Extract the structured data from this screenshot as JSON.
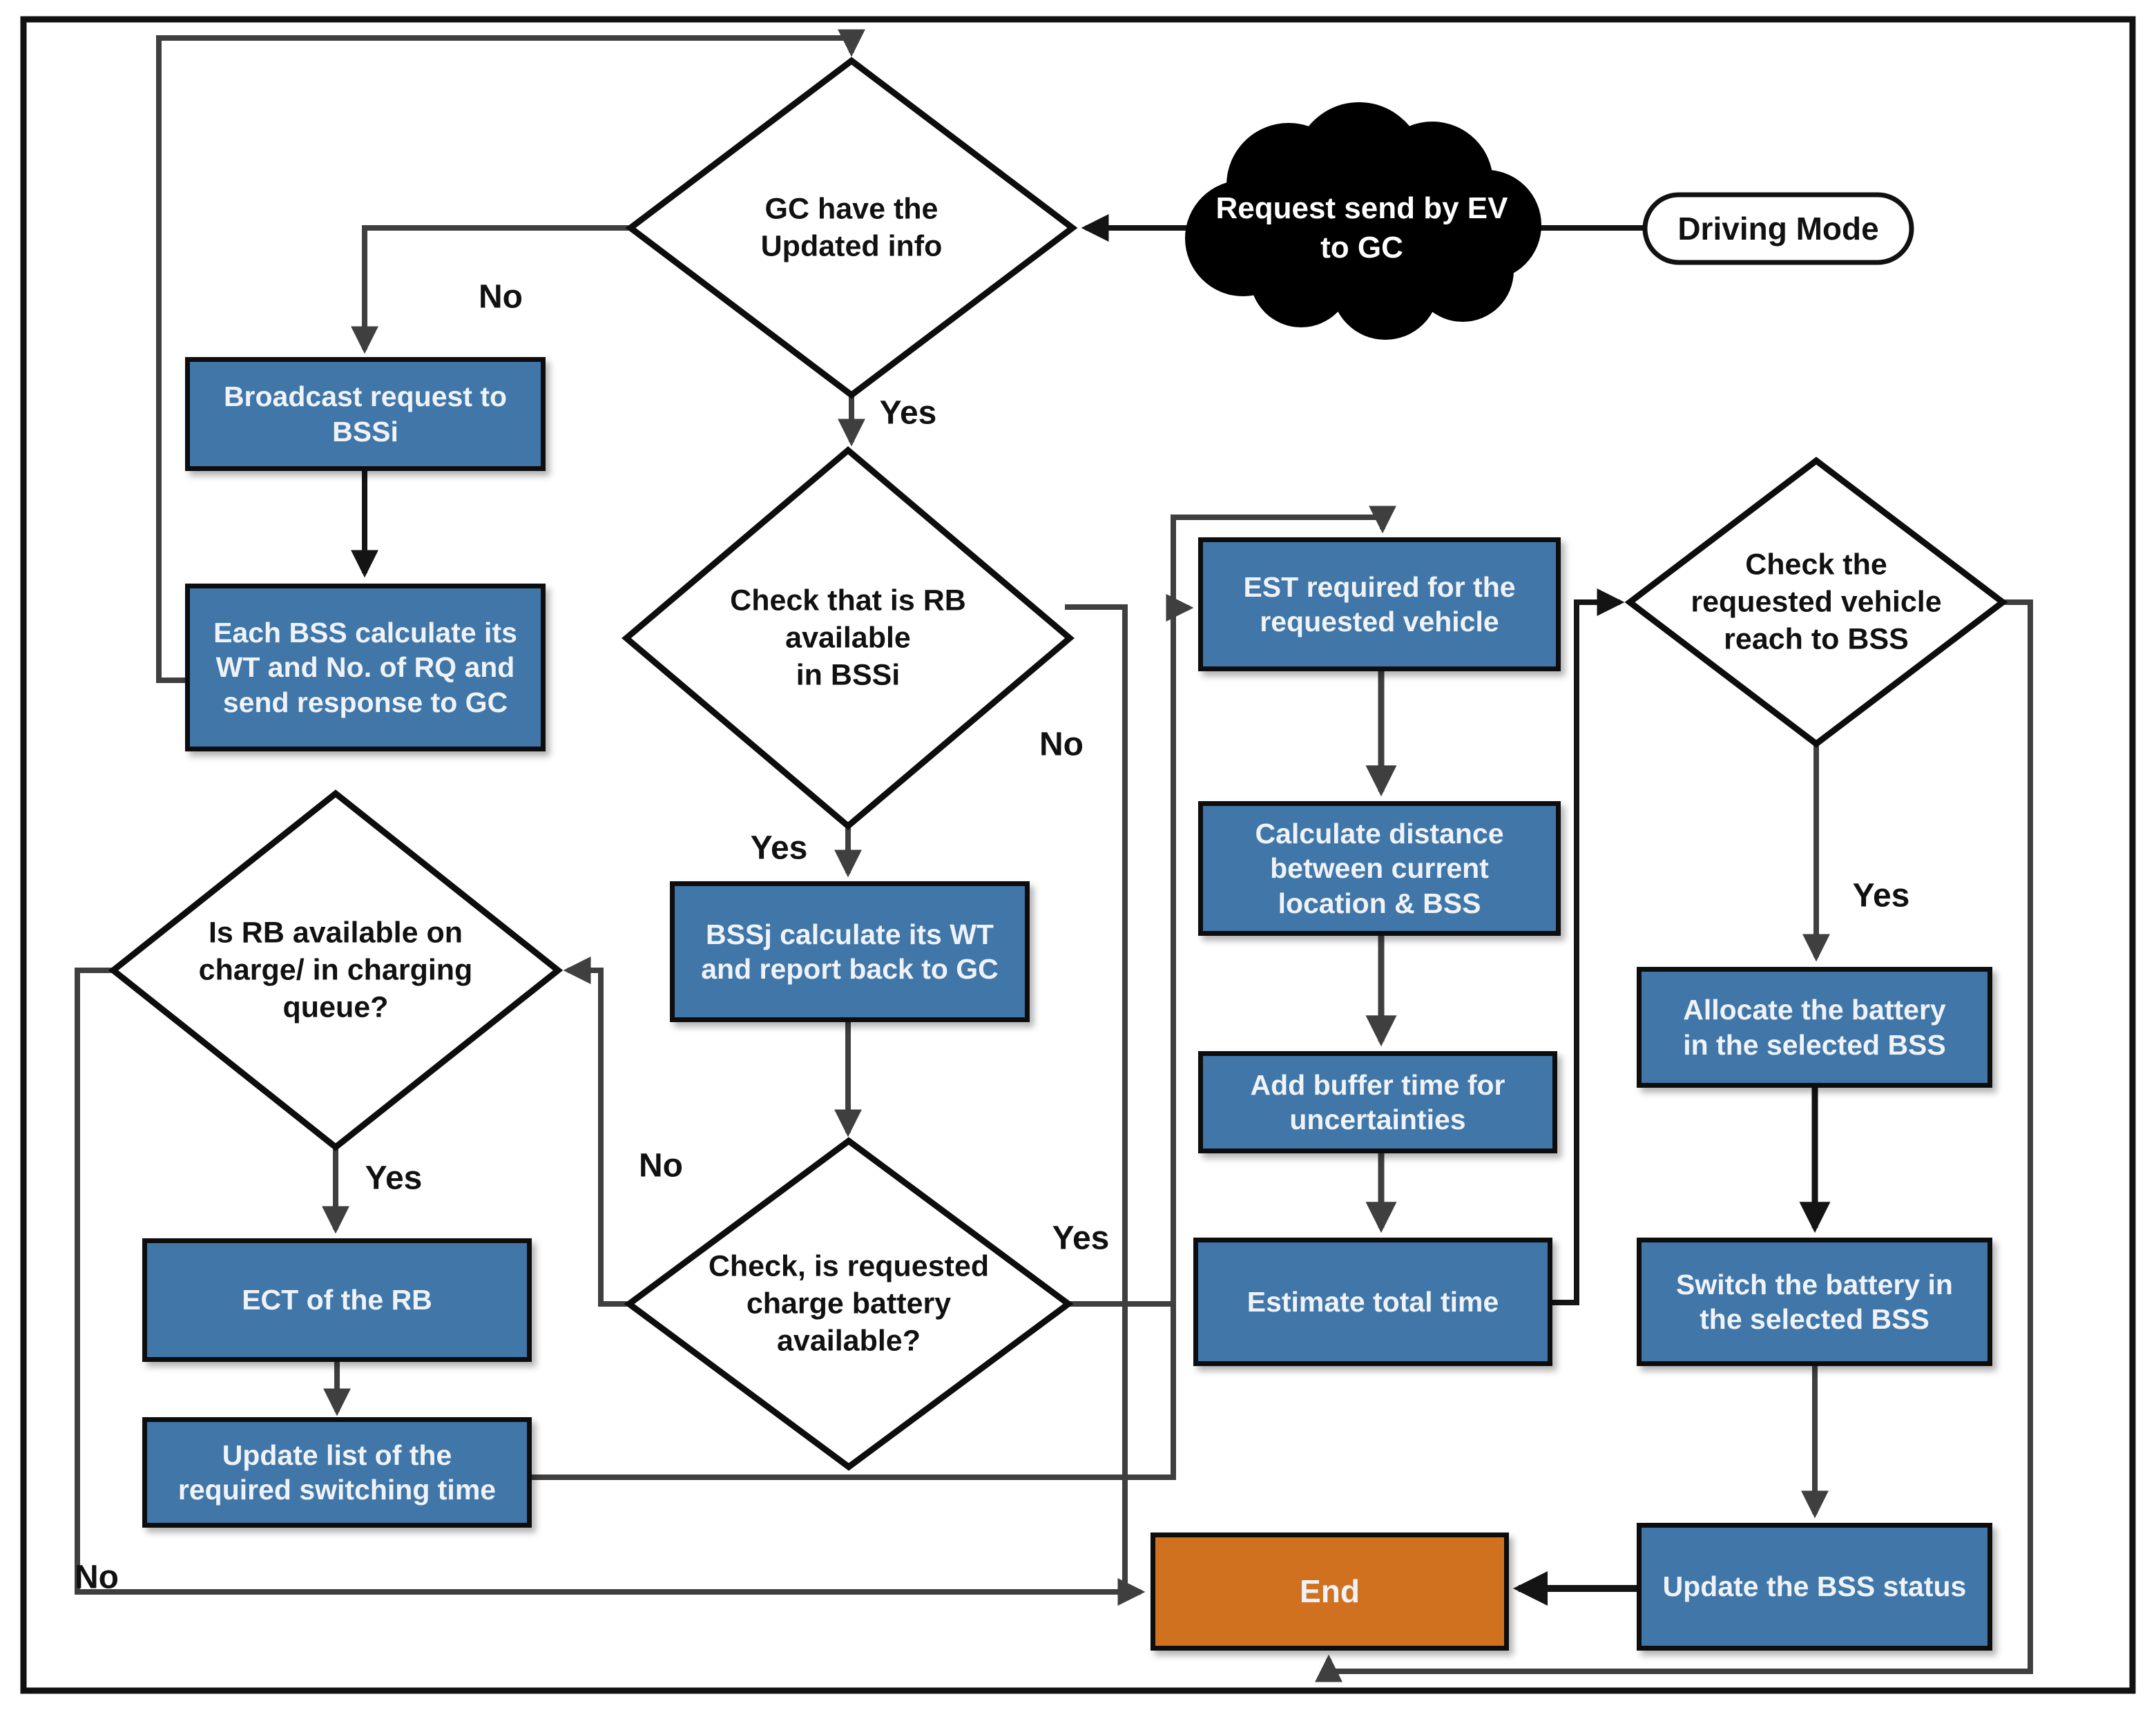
{
  "colors": {
    "process_box_fill": "#4076A8",
    "end_box_fill": "#D0711F",
    "connector_gray": "#3F3F3F",
    "connector_black": "#141414",
    "shape_stroke": "#0d0d0d",
    "cloud_fill": "#000000",
    "box_text": "#EFF3F8"
  },
  "nodes": {
    "driving_mode": {
      "label": "Driving Mode"
    },
    "cloud_request": {
      "label": "Request send by EV\nto GC"
    },
    "d1_gc_updated": {
      "label": "GC have the\nUpdated info"
    },
    "box_broadcast": {
      "label": "Broadcast request to\nBSSi"
    },
    "box_each_bss": {
      "label": "Each BSS calculate its\nWT and No. of RQ and\nsend response to GC"
    },
    "d2_rb_available": {
      "label": "Check that is  RB\navailable\nin BSSi"
    },
    "box_bssj": {
      "label": "BSSj calculate its  WT\nand report back to GC"
    },
    "d3_charge_battery": {
      "label": "Check, is requested\ncharge battery\navailable?"
    },
    "d4_rb_on_charge": {
      "label": "Is  RB available on\ncharge/ in charging\nqueue?"
    },
    "box_ect": {
      "label": "ECT of the RB"
    },
    "box_update_list": {
      "label": "Update  list of the\nrequired switching time"
    },
    "box_est": {
      "label": "EST required for the\nrequested vehicle"
    },
    "box_calc_dist": {
      "label": "Calculate distance\nbetween current\nlocation & BSS"
    },
    "box_buffer": {
      "label": "Add buffer time for\nuncertainties"
    },
    "box_est_total": {
      "label": "Estimate total time"
    },
    "d5_reach_bss": {
      "label": "Check the\nrequested vehicle\nreach to BSS"
    },
    "box_allocate": {
      "label": "Allocate the battery\nin the selected BSS"
    },
    "box_switch": {
      "label": "Switch the battery in\nthe selected BSS"
    },
    "box_update_status": {
      "label": "Update the BSS status"
    },
    "box_end": {
      "label": "End"
    }
  },
  "edge_labels": {
    "no1": "No",
    "yes1": "Yes",
    "yes2": "Yes",
    "no2": "No",
    "yes3": "Yes",
    "no3": "No",
    "yes4": "Yes",
    "no4": "No",
    "yes5": "Yes"
  }
}
